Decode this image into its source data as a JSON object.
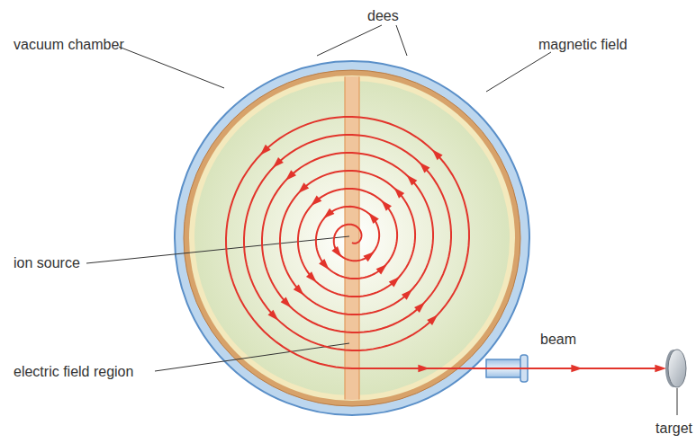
{
  "diagram": {
    "labels": [
      "dees",
      "vacuum chamber",
      "magnetic field",
      "ion source",
      "electric field region",
      "beam",
      "target"
    ]
  }
}
